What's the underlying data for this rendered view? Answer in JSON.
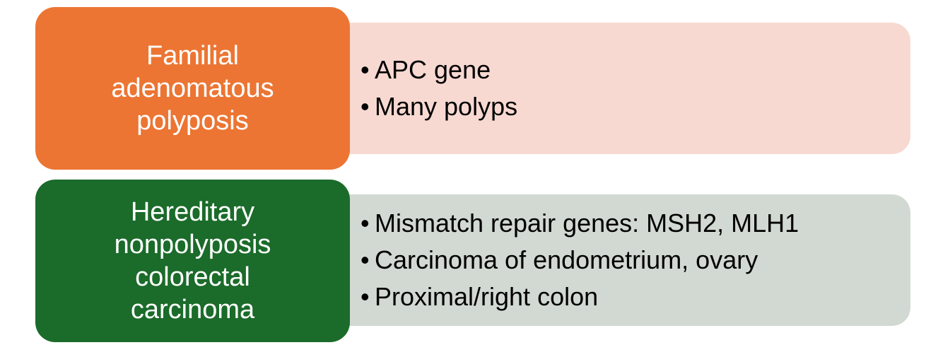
{
  "colors": {
    "fap_accent": "#EC7533",
    "fap_detail_bg": "#F7D9D2",
    "hnpcc_accent": "#1B6B2A",
    "hnpcc_detail_bg": "#D2D8D2"
  },
  "bullet_symbol": "•",
  "rows": [
    {
      "label": "Familial adenomatous polyposis",
      "bullets": [
        "APC gene",
        "Many polyps"
      ]
    },
    {
      "label": "Hereditary nonpolyposis colorectal carcinoma",
      "bullets": [
        "Mismatch repair genes: MSH2, MLH1",
        "Carcinoma of endometrium, ovary",
        "Proximal/right colon"
      ]
    }
  ]
}
